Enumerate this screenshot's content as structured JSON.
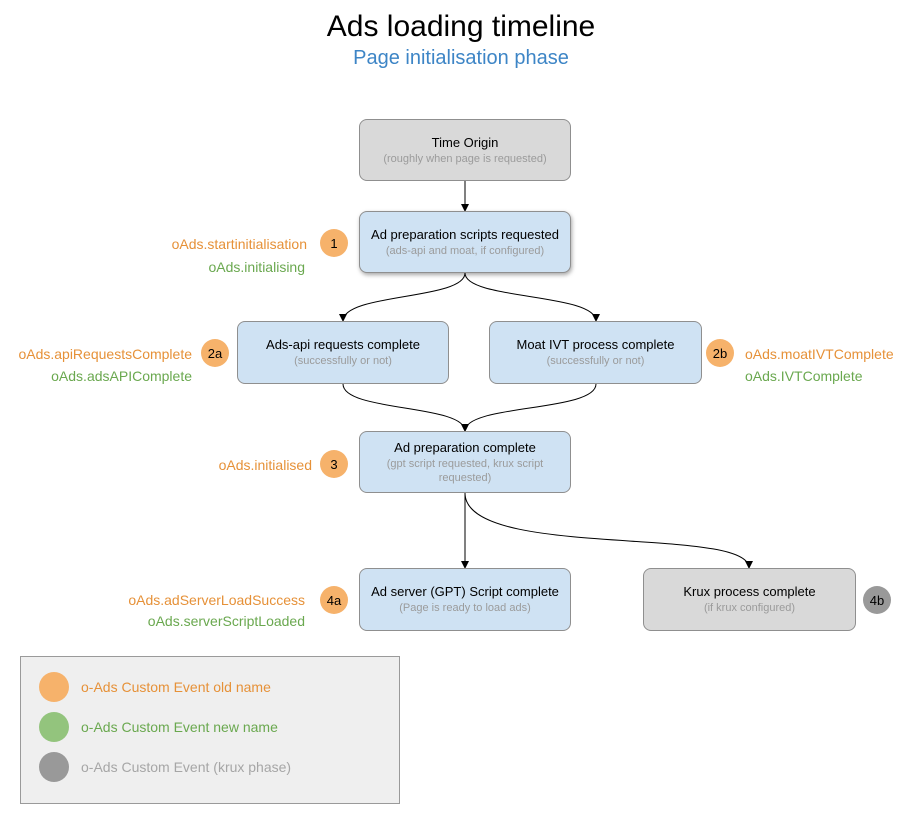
{
  "title": "Ads loading timeline",
  "subtitle": "Page initialisation phase",
  "colors": {
    "old_name": "#f6b26b",
    "old_name_text": "#e69138",
    "new_name_text": "#6aa84f",
    "new_name_dot": "#93c47d",
    "krux": "#999999",
    "krux_text": "#a6a6a6",
    "subtitle": "#3d85c6"
  },
  "nodes": {
    "time_origin": {
      "main": "Time Origin",
      "sub": "(roughly when page is requested)"
    },
    "ad_prep_scripts": {
      "main": "Ad preparation scripts requested",
      "sub": "(ads-api and moat, if configured)"
    },
    "ads_api": {
      "main": "Ads-api requests complete",
      "sub": "(successfully or not)"
    },
    "moat": {
      "main": "Moat IVT process complete",
      "sub": "(successfully or not)"
    },
    "ad_prep_complete": {
      "main": "Ad preparation complete",
      "sub": "(gpt script requested, krux script requested)"
    },
    "ad_server": {
      "main": "Ad server (GPT) Script complete",
      "sub": "(Page is ready to load ads)"
    },
    "krux": {
      "main": "Krux process complete",
      "sub": "(if krux configured)"
    }
  },
  "badges": {
    "b1": "1",
    "b2a": "2a",
    "b2b": "2b",
    "b3": "3",
    "b4a": "4a",
    "b4b": "4b"
  },
  "events": {
    "e1_old": "oAds.startinitialisation",
    "e1_new": "oAds.initialising",
    "e2a_old": "oAds.apiRequestsComplete",
    "e2a_new": "oAds.adsAPIComplete",
    "e2b_old": "oAds.moatIVTComplete",
    "e2b_new": "oAds.IVTComplete",
    "e3_old": "oAds.initialised",
    "e4a_old": "oAds.adServerLoadSuccess",
    "e4a_new": "oAds.serverScriptLoaded"
  },
  "legend": {
    "old": "o-Ads Custom Event old name",
    "new": "o-Ads Custom Event new name",
    "krux": "o-Ads Custom Event (krux phase)"
  }
}
